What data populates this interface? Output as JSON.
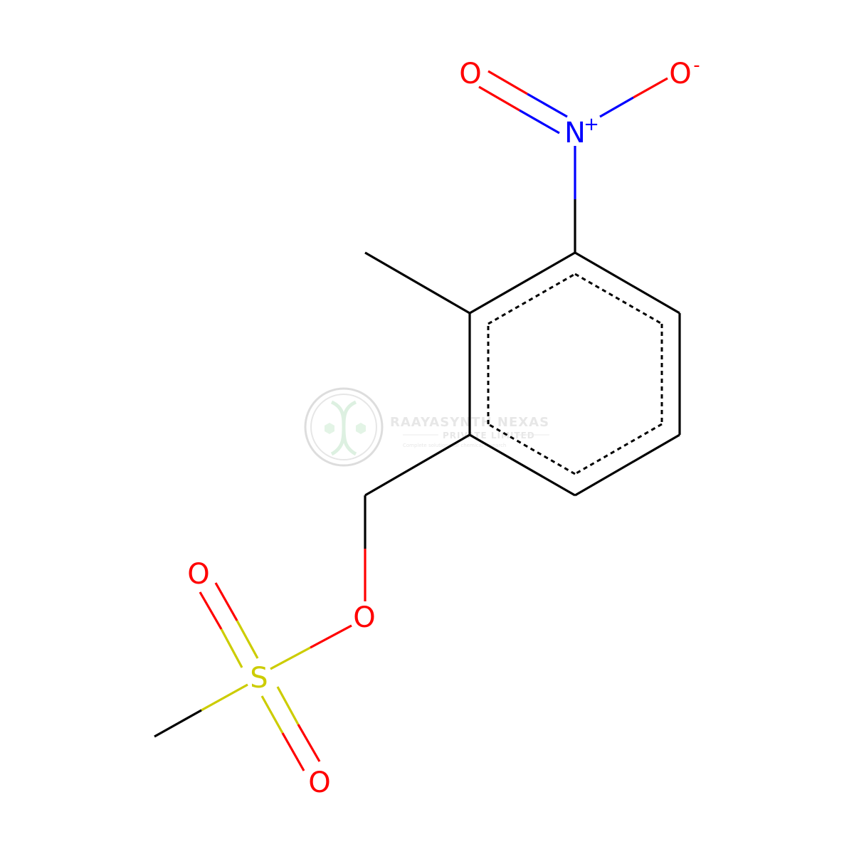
{
  "molecule": {
    "atoms": {
      "o_nitro_double": {
        "symbol": "O",
        "charge": ""
      },
      "o_nitro_single": {
        "symbol": "O",
        "charge": "-"
      },
      "n_nitro": {
        "symbol": "N",
        "charge": "+"
      },
      "o_ester": {
        "symbol": "O",
        "charge": ""
      },
      "s_sulfonyl": {
        "symbol": "S",
        "charge": ""
      },
      "o_sulfonyl_upper": {
        "symbol": "O",
        "charge": ""
      },
      "o_sulfonyl_lower": {
        "symbol": "O",
        "charge": ""
      }
    }
  },
  "watermark": {
    "name": "RAAYASYNTH NEXAS",
    "subtitle": "PRIVATE LIMITED",
    "tagline": "Complete solutions for chemical research"
  },
  "colors": {
    "bond": "#000000",
    "oxygen": "#ff0000",
    "nitrogen": "#0000ff",
    "sulfur": "#cccc00",
    "watermark": "#d9d9d9"
  }
}
